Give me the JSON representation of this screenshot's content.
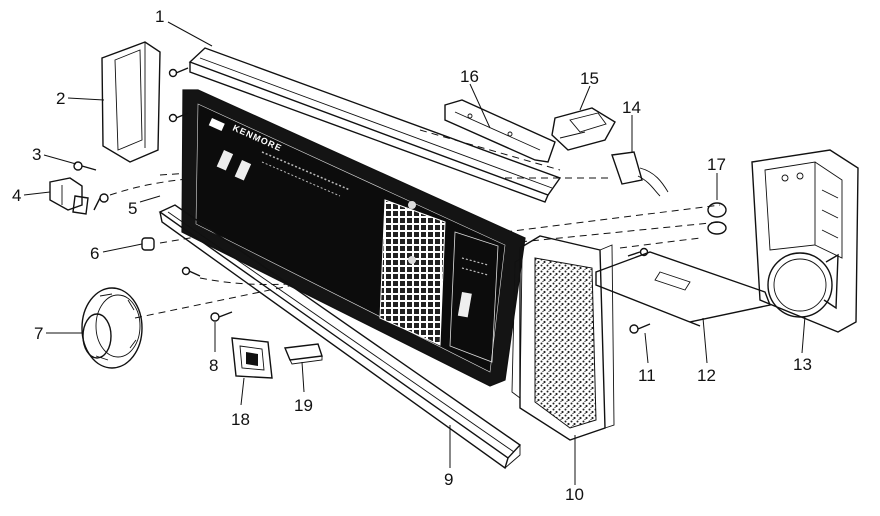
{
  "diagram": {
    "brand_text": "KENMORE",
    "callouts": [
      "1",
      "2",
      "3",
      "4",
      "5",
      "6",
      "7",
      "8",
      "9",
      "10",
      "11",
      "12",
      "13",
      "14",
      "15",
      "16",
      "17",
      "18",
      "19"
    ]
  }
}
